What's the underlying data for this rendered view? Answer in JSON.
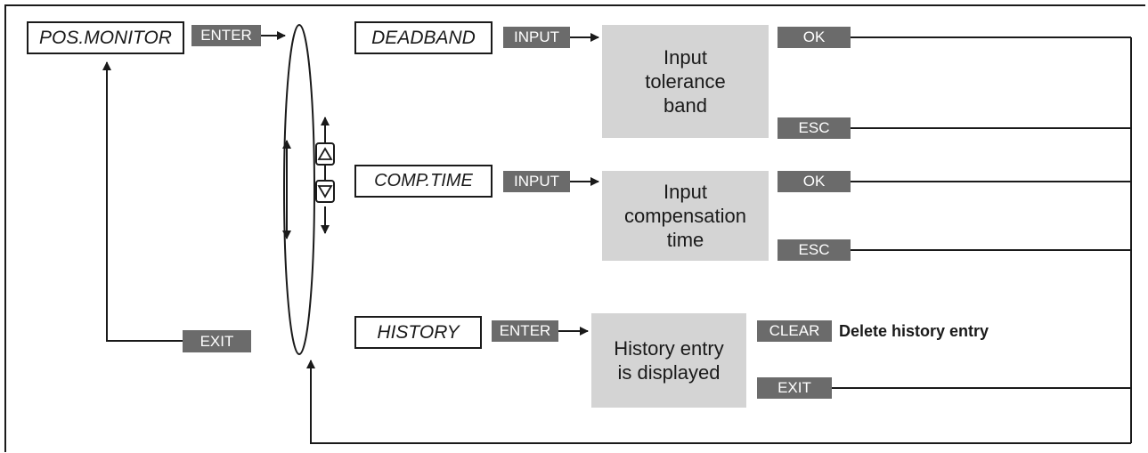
{
  "menu_items": {
    "pos_monitor": "POS.MONITOR",
    "deadband": "DEADBAND",
    "comp_time": "COMP.TIME",
    "history": "HISTORY"
  },
  "keys": {
    "enter_pos": "ENTER",
    "exit_left": "EXIT",
    "input_deadband": "INPUT",
    "input_comp": "INPUT",
    "enter_history": "ENTER",
    "ok_deadband": "OK",
    "esc_deadband": "ESC",
    "ok_comp": "OK",
    "esc_comp": "ESC",
    "clear_history": "CLEAR",
    "exit_history": "EXIT"
  },
  "info_boxes": {
    "deadband": [
      "Input",
      "tolerance",
      "band"
    ],
    "comp_time": [
      "Input",
      "compensation",
      "time"
    ],
    "history": [
      "History entry",
      "is displayed"
    ]
  },
  "notes": {
    "clear_history": "Delete history entry"
  },
  "icons": {
    "up": "up-triangle-icon",
    "down": "down-triangle-icon"
  },
  "colors": {
    "key_fill": "#6b6b6b",
    "info_fill": "#d4d4d4",
    "line": "#1a1a1a"
  }
}
